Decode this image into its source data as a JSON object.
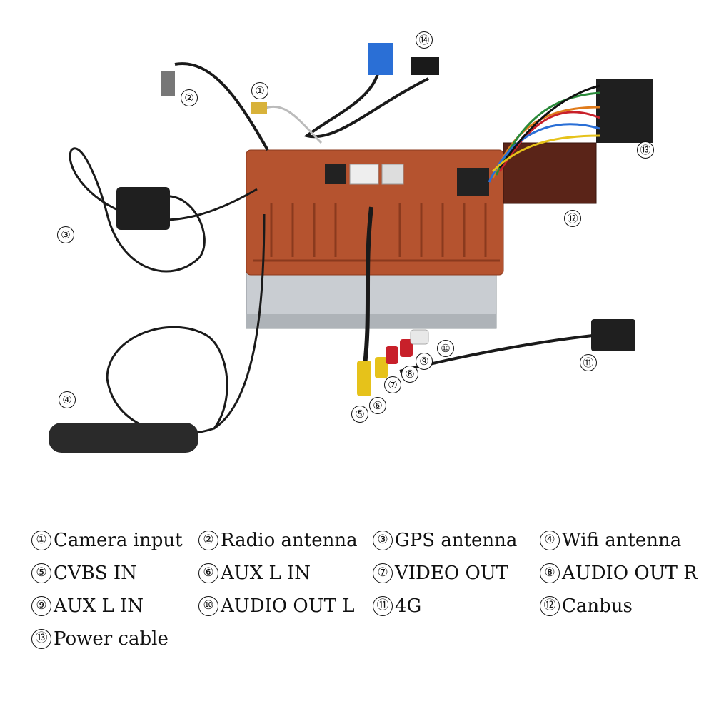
{
  "callouts": [
    {
      "num": "①",
      "label": "Camera input"
    },
    {
      "num": "②",
      "label": "Radio antenna"
    },
    {
      "num": "③",
      "label": "GPS antenna"
    },
    {
      "num": "④",
      "label": "Wifi antenna"
    },
    {
      "num": "⑤",
      "label": "CVBS IN"
    },
    {
      "num": "⑥",
      "label": "AUX L IN"
    },
    {
      "num": "⑦",
      "label": "VIDEO OUT"
    },
    {
      "num": "⑧",
      "label": "AUDIO OUT R"
    },
    {
      "num": "⑨",
      "label": "AUX L IN"
    },
    {
      "num": "⑩",
      "label": "AUDIO OUT L"
    },
    {
      "num": "⑪",
      "label": "4G"
    },
    {
      "num": "⑫",
      "label": "Canbus"
    },
    {
      "num": "⑬",
      "label": "Power cable"
    }
  ],
  "extra_markers": [
    "⑭"
  ],
  "colors": {
    "chassis": "#b5532f",
    "chassis_dark": "#8a3a1e",
    "metal": "#c9cdd2",
    "cable": "#1a1a1a",
    "rca_yellow": "#e6c21a",
    "rca_red": "#c8202a",
    "rca_white": "#e8e8e8",
    "usb_blue": "#2a6fd6"
  }
}
